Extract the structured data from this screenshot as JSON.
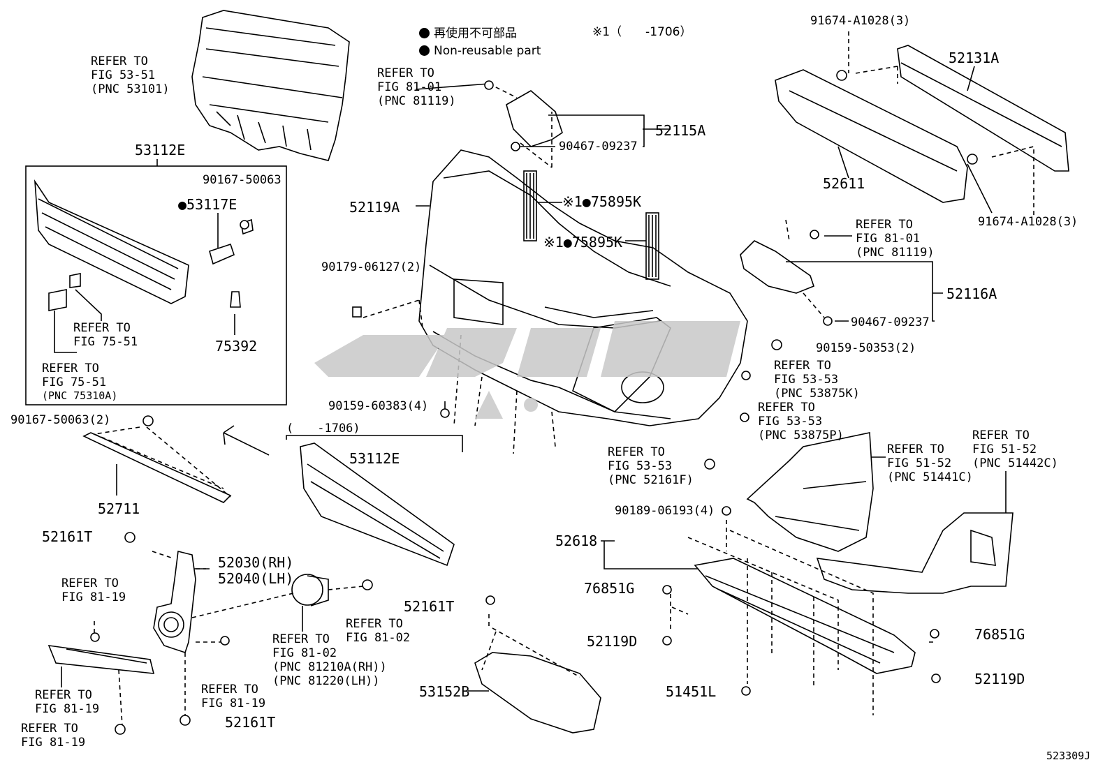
{
  "legend": {
    "jp": "再使用不可部品",
    "en": "Non-reusable part",
    "note": "※1（　　-1706）"
  },
  "diagram_id": "523309J",
  "labels": {
    "refer_5351": "REFER TO\nFIG 53-51\n(PNC 53101)",
    "refer_8101_top": "REFER TO\nFIG 81-01\n(PNC 81119)",
    "p_52115A": "52115A",
    "p_90467_a": "90467-09237",
    "p_52119A": "52119A",
    "p_75895K_a": "※1●75895K",
    "p_75895K_b": "※1●75895K",
    "p_91674_top": "91674-A1028(3)",
    "p_52131A": "52131A",
    "p_52611": "52611",
    "p_91674_bot": "91674-A1028(3)",
    "refer_8101_right": "REFER TO\nFIG 81-01\n(PNC 81119)",
    "p_52116A": "52116A",
    "p_90467_b": "90467-09237",
    "p_90159_50353": "90159-50353(2)",
    "refer_5353_a": "REFER TO\nFIG 53-53\n(PNC 53875K)",
    "refer_5353_b": "REFER TO\nFIG 53-53\n(PNC 53875P)",
    "p_53112E_box": "53112E",
    "p_90167_50063_box": "90167-50063",
    "p_53117E": "●53117E",
    "refer_7551_a": "REFER TO\nFIG 75-51",
    "p_75392": "75392",
    "refer_7551_b": "REFER TO\nFIG 75-51",
    "pnc_75310A": "(PNC 75310A)",
    "p_90179": "90179-06127(2)",
    "p_90159_60383": "90159-60383(4)",
    "p_90167_50063_2": "90167-50063(2)",
    "p_52711": "52711",
    "bracket_1706": "(　　-1706)",
    "p_53112E_b": "53112E",
    "refer_5353_c": "REFER TO\nFIG 53-53\n(PNC 52161F)",
    "refer_5152_a": "REFER TO\nFIG 51-52\n(PNC 51441C)",
    "refer_5152_b": "REFER TO\nFIG 51-52\n(PNC 51442C)",
    "p_90189": "90189-06193(4)",
    "p_52618": "52618",
    "p_52161T_a": "52161T",
    "p_52030": "52030(RH)",
    "p_52040": "52040(LH)",
    "refer_8119_a": "REFER TO\nFIG 81-19",
    "refer_8102_a": "REFER TO\nFIG 81-02",
    "refer_8102_b": "REFER TO\nFIG 81-02\n(PNC 81210A(RH))\n(PNC 81220(LH))",
    "refer_8119_b": "REFER TO\nFIG 81-19",
    "refer_8119_c": "REFER TO\nFIG 81-19",
    "refer_8119_d": "REFER TO\nFIG 81-19",
    "p_52161T_b": "52161T",
    "p_52161T_c": "52161T",
    "p_53152B": "53152B",
    "p_76851G_a": "76851G",
    "p_52119D_a": "52119D",
    "p_51451L": "51451L",
    "p_76851G_b": "76851G",
    "p_52119D_b": "52119D"
  },
  "colors": {
    "ink": "#000000",
    "paper": "#ffffff",
    "watermark": "#c8c8c8"
  }
}
